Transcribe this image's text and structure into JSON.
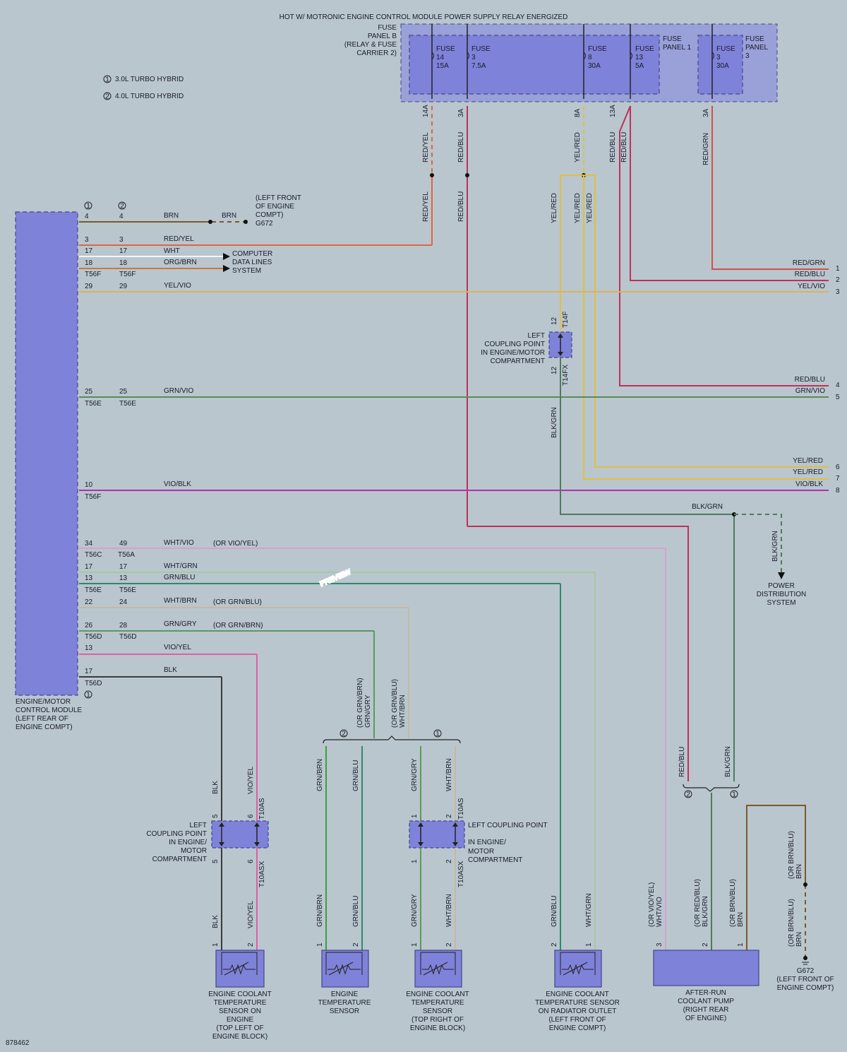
{
  "header": "HOT W/ MOTRONIC ENGINE CONTROL MODULE POWER SUPPLY RELAY ENERGIZED",
  "legend": {
    "item1_num": "1",
    "item1": "3.0L TURBO HYBRID",
    "item2_num": "2",
    "item2": "4.0L TURBO HYBRID"
  },
  "fuse_panel_b": [
    "FUSE",
    "PANEL B",
    "(RELAY & FUSE",
    "CARRIER 2)"
  ],
  "fuse_panel_1": [
    "FUSE",
    "PANEL 1"
  ],
  "fuse_panel_3": [
    "FUSE",
    "PANEL",
    "3"
  ],
  "fuses": [
    {
      "l1": "FUSE",
      "l2": "14",
      "l3": "15A",
      "pin": "14A",
      "wire": "RED/YEL"
    },
    {
      "l1": "FUSE",
      "l2": "3",
      "l3": "7.5A",
      "pin": "3A",
      "wire": "RED/BLU"
    },
    {
      "l1": "FUSE",
      "l2": "8",
      "l3": "30A",
      "pin": "8A",
      "wire": "YEL/RED"
    },
    {
      "l1": "FUSE",
      "l2": "13",
      "l3": "5A",
      "pin": "13A",
      "wire": "RED/BLU"
    },
    {
      "l1": "FUSE",
      "l2": "3",
      "l3": "30A",
      "pin": "3A",
      "wire": "RED/GRN"
    }
  ],
  "ecm": {
    "label": [
      "ENGINE/MOTOR",
      "CONTROL MODULE",
      "(LEFT REAR OF",
      "ENGINE COMPT)"
    ]
  },
  "ecm_rows": [
    {
      "p1": "4",
      "p2": "4",
      "wire": "BRN",
      "c1": "",
      "c2": "",
      "note": ""
    },
    {
      "p1": "3",
      "p2": "3",
      "wire": "RED/YEL",
      "c1": "",
      "c2": "",
      "note": ""
    },
    {
      "p1": "17",
      "p2": "17",
      "wire": "WHT",
      "c1": "",
      "c2": "",
      "note": ""
    },
    {
      "p1": "18",
      "p2": "18",
      "wire": "ORG/BRN",
      "c1": "T56F",
      "c2": "T56F",
      "note": ""
    },
    {
      "p1": "29",
      "p2": "29",
      "wire": "YEL/VIO",
      "c1": "",
      "c2": "",
      "note": ""
    },
    {
      "p1": "25",
      "p2": "25",
      "wire": "GRN/VIO",
      "c1": "T56E",
      "c2": "T56E",
      "note": ""
    },
    {
      "p1": "10",
      "p2": "",
      "wire": "VIO/BLK",
      "c1": "T56F",
      "c2": "",
      "note": ""
    },
    {
      "p1": "34",
      "p2": "49",
      "wire": "WHT/VIO",
      "c1": "T56C",
      "c2": "T56A",
      "note": "(OR VIO/YEL)"
    },
    {
      "p1": "17",
      "p2": "17",
      "wire": "WHT/GRN",
      "c1": "",
      "c2": "",
      "note": ""
    },
    {
      "p1": "13",
      "p2": "13",
      "wire": "GRN/BLU",
      "c1": "T56E",
      "c2": "T56E",
      "note": ""
    },
    {
      "p1": "22",
      "p2": "24",
      "wire": "WHT/BRN",
      "c1": "",
      "c2": "",
      "note": "(OR GRN/BLU)"
    },
    {
      "p1": "26",
      "p2": "28",
      "wire": "GRN/GRY",
      "c1": "T56D",
      "c2": "T56D",
      "note": "(OR GRN/BRN)"
    },
    {
      "p1": "13",
      "p2": "",
      "wire": "VIO/YEL",
      "c1": "",
      "c2": "",
      "note": ""
    },
    {
      "p1": "17",
      "p2": "",
      "wire": "BLK",
      "c1": "T56D",
      "c2": "",
      "note": ""
    }
  ],
  "col_markers": {
    "c1": "1",
    "c2": "2",
    "bottom": "1"
  },
  "g672_top": {
    "wire": "BRN",
    "label": [
      "(LEFT FRONT",
      "OF ENGINE",
      "COMPT)",
      "G672"
    ]
  },
  "computer_data": [
    "COMPUTER",
    "DATA LINES",
    "SYSTEM"
  ],
  "right_outputs": [
    {
      "wire": "RED/GRN",
      "num": "1"
    },
    {
      "wire": "RED/BLU",
      "num": "2"
    },
    {
      "wire": "YEL/VIO",
      "num": "3"
    },
    {
      "wire": "RED/BLU",
      "num": "4"
    },
    {
      "wire": "GRN/VIO",
      "num": "5"
    },
    {
      "wire": "YEL/RED",
      "num": "6"
    },
    {
      "wire": "YEL/RED",
      "num": "7"
    },
    {
      "wire": "VIO/BLK",
      "num": "8"
    }
  ],
  "left_coupling_top": {
    "label": [
      "LEFT",
      "COUPLING POINT",
      "IN ENGINE/MOTOR",
      "COMPARTMENT"
    ],
    "pin_top": "12",
    "conn_top": "T14F",
    "pin_bot": "12",
    "conn_bot": "T14FX",
    "wire": "BLK/GRN"
  },
  "wire_labels": {
    "redyel_lower": "RED/YEL",
    "redblu_lower": "RED/BLU",
    "yelred_a": "YEL/RED",
    "yelred_b": "YEL/RED",
    "yelred_c": "YEL/RED",
    "redblu_13a": "RED/BLU",
    "redblu_13a_b": "RED/BLU",
    "blkgrn_mid": "BLK/GRN"
  },
  "power_dist": {
    "wire": "BLK/GRN",
    "wire2": "BLK/GRN",
    "label": [
      "POWER",
      "DISTRIBUTION",
      "SYSTEM"
    ]
  },
  "coupling_left": {
    "label": [
      "LEFT",
      "COUPLING POINT",
      "IN ENGINE/",
      "MOTOR",
      "COMPARTMENT"
    ],
    "p1": "5",
    "p2": "6",
    "conn": "T10AS",
    "p1b": "5",
    "p2b": "6",
    "connb": "T10ASX",
    "wa": "BLK",
    "wb": "VIO/YEL",
    "wa2": "BLK",
    "wb2": "VIO/YEL"
  },
  "coupling_right": {
    "label": [
      "LEFT COUPLING POINT",
      "IN ENGINE/",
      "MOTOR",
      "COMPARTMENT"
    ],
    "p1": "1",
    "p2": "2",
    "conn": "T10AS",
    "p1b": "1",
    "p2b": "2",
    "connb": "T10ASX",
    "wa": "GRN/GRY",
    "wb": "WHT/BRN",
    "wa2": "GRN/GRY",
    "wb2": "WHT/BRN"
  },
  "split_labels": {
    "a1": "(OR GRN/BRN)",
    "a2": "GRN/GRY",
    "b1": "(OR GRN/BLU)",
    "b2": "WHT/BRN",
    "m2": "2",
    "m1": "1"
  },
  "ets_wires": {
    "a": "GRN/BRN",
    "b": "GRN/BLU",
    "a2": "GRN/BRN",
    "b2": "GRN/BLU"
  },
  "sensors": [
    {
      "p1": "1",
      "p2": "2",
      "label": [
        "ENGINE COOLANT",
        "TEMPERATURE",
        "SENSOR ON",
        "ENGINE",
        "(TOP LEFT OF",
        "ENGINE BLOCK)"
      ]
    },
    {
      "p1": "1",
      "p2": "2",
      "label": [
        "ENGINE",
        "TEMPERATURE",
        "SENSOR"
      ]
    },
    {
      "p1": "1",
      "p2": "2",
      "label": [
        "ENGINE COOLANT",
        "TEMPERATURE",
        "SENSOR",
        "(TOP RIGHT OF",
        "ENGINE BLOCK)"
      ]
    },
    {
      "p1": "2",
      "p2": "1",
      "label": [
        "ENGINE COOLANT",
        "TEMPERATURE SENSOR",
        "ON RADIATOR OUTLET",
        "(LEFT FRONT OF",
        "ENGINE COMPT)"
      ]
    }
  ],
  "radiator_wires": {
    "a": "GRN/BLU",
    "b": "WHT/GRN"
  },
  "pump": {
    "p3": "3",
    "p2": "2",
    "p1": "1",
    "label": [
      "AFTER-RUN",
      "COOLANT PUMP",
      "(RIGHT REAR",
      "OF ENGINE)"
    ],
    "w3a": "(OR VIO/YEL)",
    "w3b": "WHT/VIO",
    "w2a": "(OR RED/BLU)",
    "w2b": "BLK/GRN",
    "w1a": "(OR BRN/BLU)",
    "w1b": "BRN",
    "split_a": "RED/BLU",
    "split_b": "BLK/GRN",
    "m2": "2",
    "m1": "1"
  },
  "g672_bottom": {
    "w1a": "(OR BRN/BLU)",
    "w1b": "BRN",
    "w2a": "(OR BRN/BLU)",
    "w2b": "BRN",
    "label": [
      "G672",
      "(LEFT FRONT OF",
      "ENGINE COMPT)"
    ]
  },
  "diagram_id": "878462",
  "watermark": "PREVIEW"
}
